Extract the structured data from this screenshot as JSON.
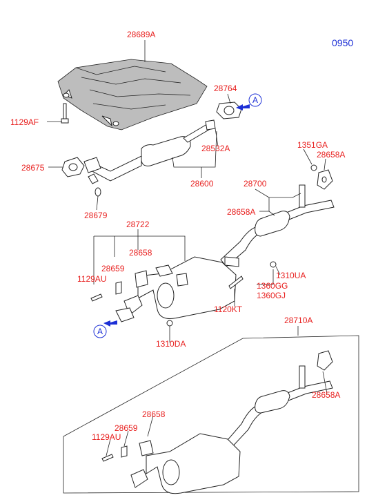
{
  "diagram_code": "0950",
  "labels": {
    "heat_protector": "28689A",
    "bolt_1129af": "1129AF",
    "gasket_28764": "28764",
    "connector_a_top": "A",
    "hanger_28532a": "28532A",
    "gasket_28675": "28675",
    "center_pipe_28600": "28600",
    "nut_28679": "28679",
    "clamp_1351ga": "1351GA",
    "hanger_28658a_top": "28658A",
    "tail_pipe_28700": "28700",
    "hanger_28658a_mid": "28658A",
    "muffler_28722": "28722",
    "bracket_28658": "28658",
    "pin_28659": "28659",
    "bolt_1129au": "1129AU",
    "nut_1310ua": "1310UA",
    "stud_1360gg": "1360GG",
    "stud_1360gj": "1360GJ",
    "bolt_1120kt": "1120KT",
    "connector_a_bottom": "A",
    "nut_1310da": "1310DA",
    "assy_28710a": "28710A",
    "bracket_28658_inset": "28658",
    "pin_28659_inset": "28659",
    "bolt_1129au_inset": "1129AU",
    "hanger_28658a_inset": "28658A"
  },
  "colors": {
    "label": "#e8201f",
    "code": "#1c2fd6",
    "line": "#222222",
    "shade": "#bdbdbd"
  }
}
